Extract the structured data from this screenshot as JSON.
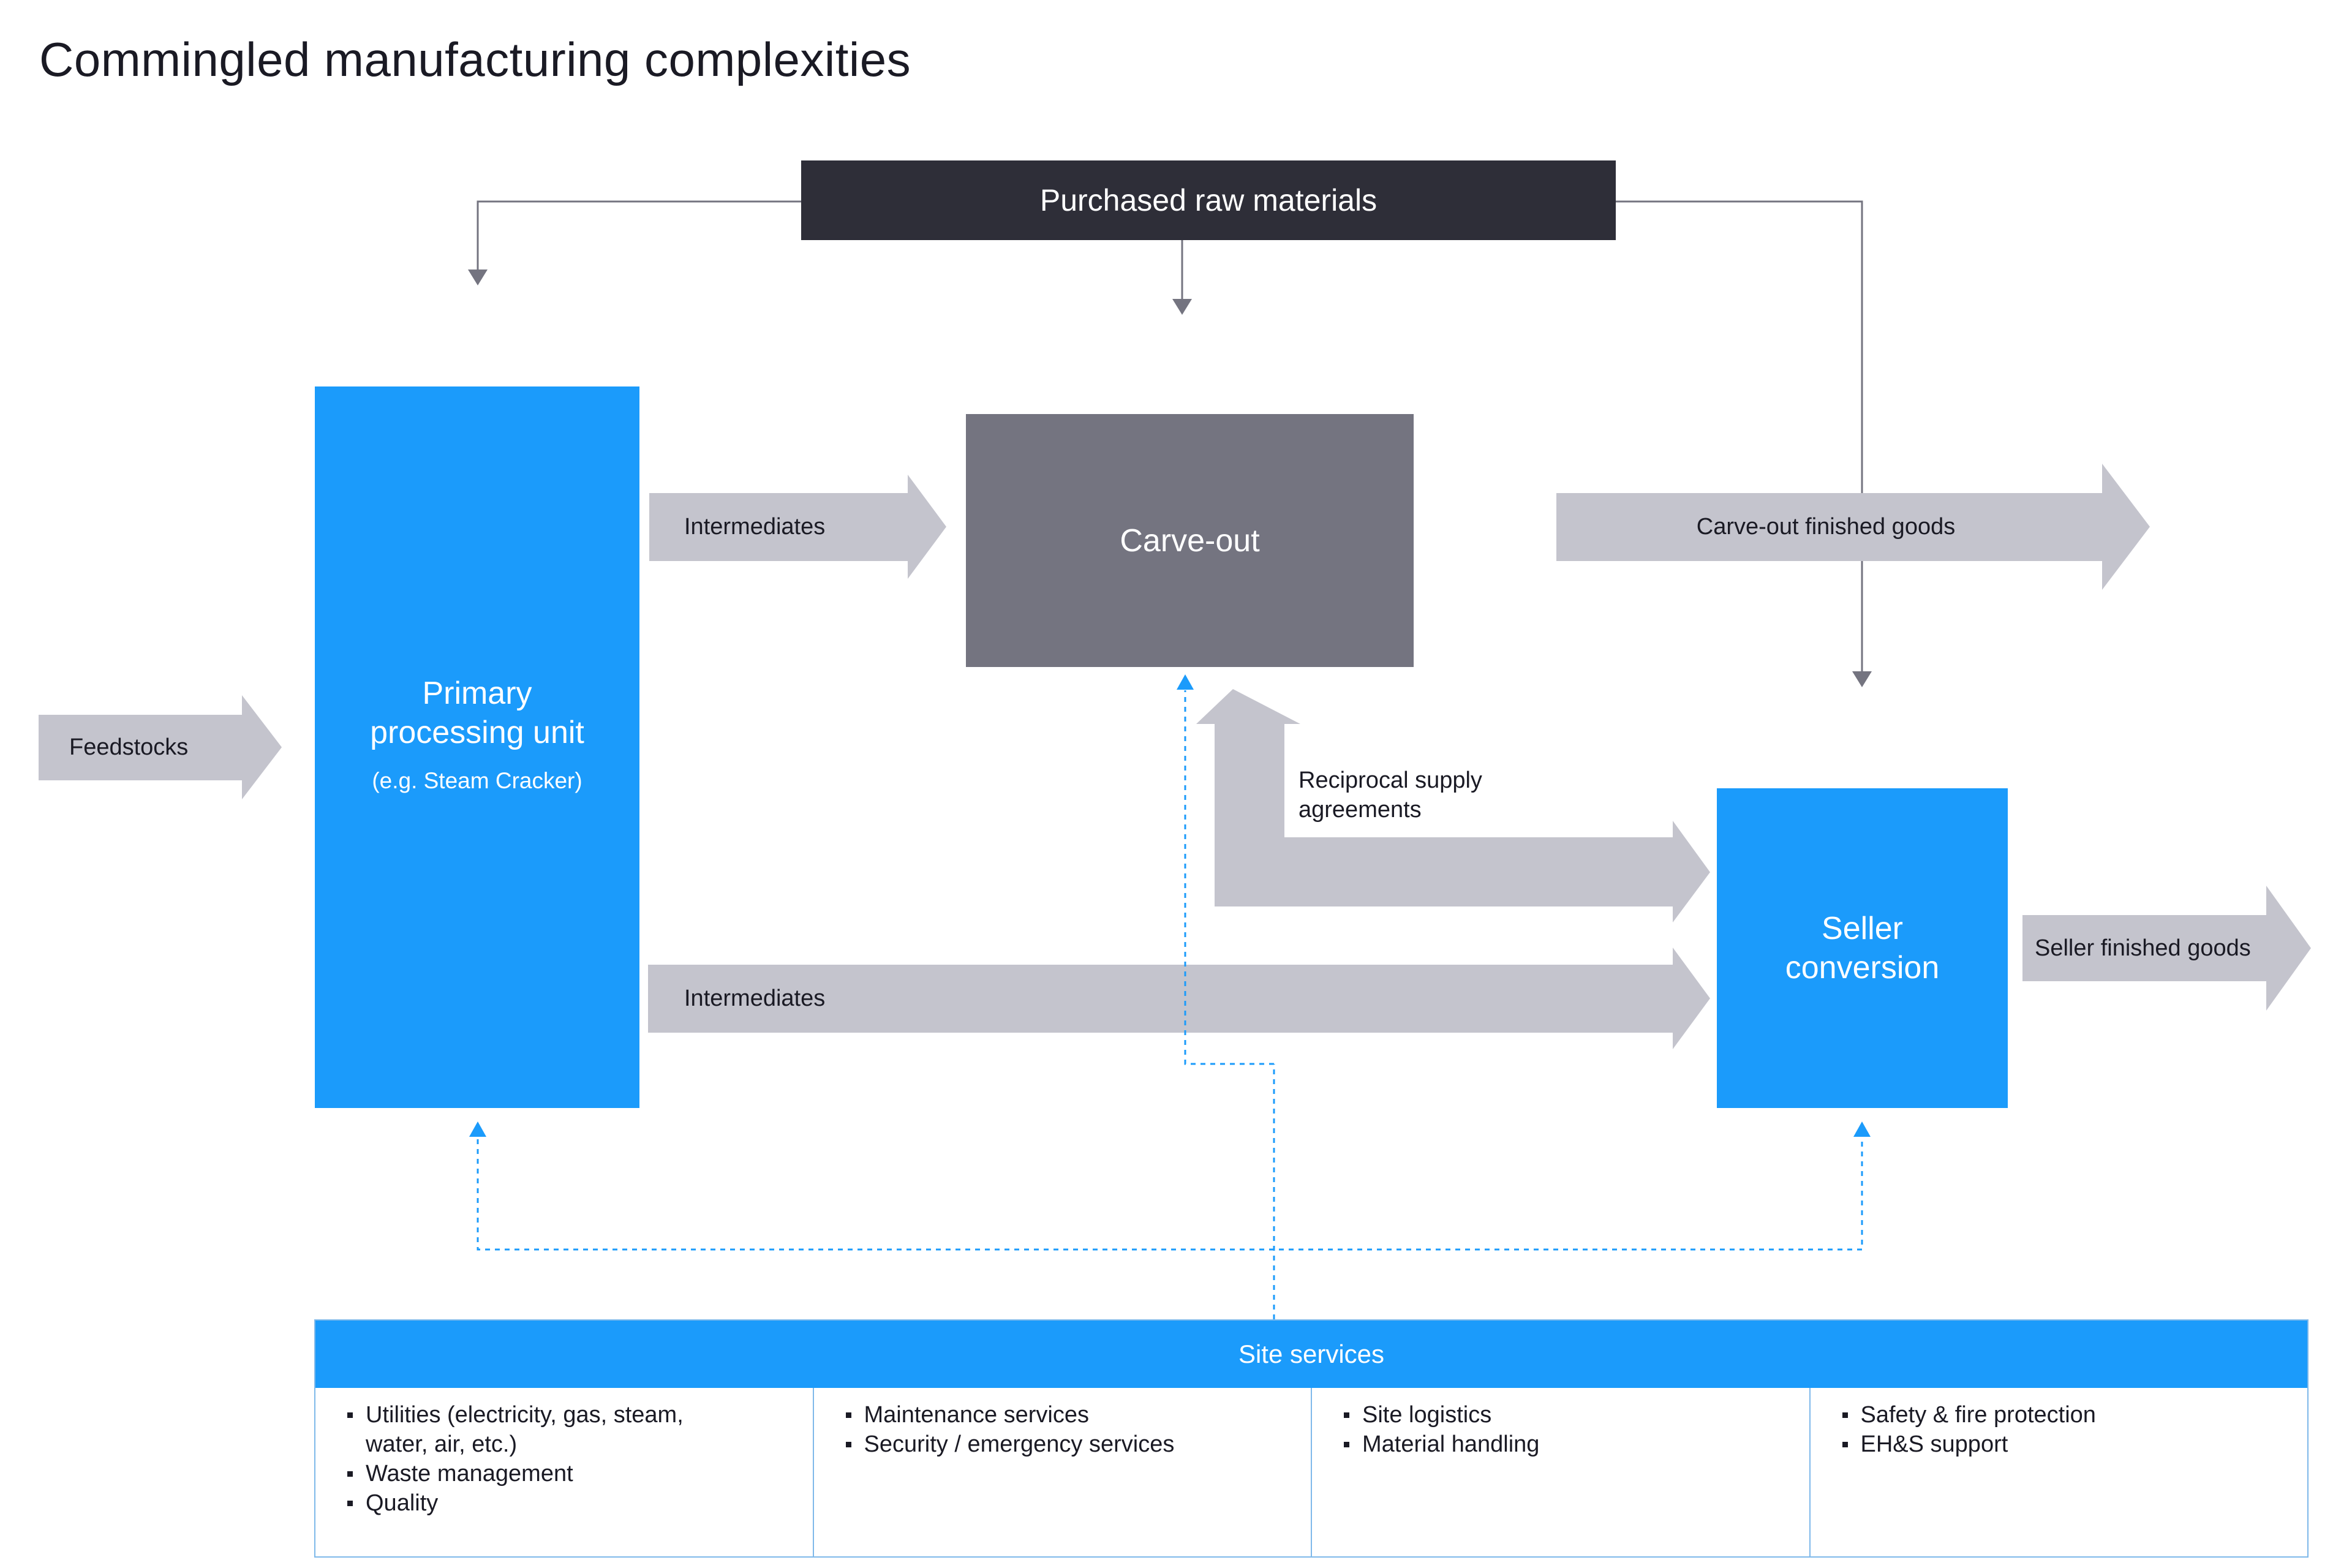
{
  "title": "Commingled manufacturing complexities",
  "colors": {
    "blue": "#1b9bfb",
    "dark": "#2e2e38",
    "gray_box": "#747480",
    "arrow_gray": "#c4c4cd",
    "connector": "#747480",
    "dotted_blue": "#1b9bfb"
  },
  "purchased_raw_materials": "Purchased raw materials",
  "feedstocks": "Feedstocks",
  "primary_unit": {
    "line1": "Primary",
    "line2": "processing unit",
    "subtitle": "(e.g. Steam Cracker)"
  },
  "carve_out": "Carve-out",
  "intermediates_top": "Intermediates",
  "intermediates_bottom": "Intermediates",
  "carve_out_finished_goods": "Carve-out finished goods",
  "reciprocal": {
    "line1": "Reciprocal supply",
    "line2": "agreements"
  },
  "seller_conversion": {
    "line1": "Seller",
    "line2": "conversion"
  },
  "seller_finished_goods": "Seller finished goods",
  "site_services": {
    "header": "Site services",
    "columns": [
      {
        "items": [
          "Utilities (electricity, gas, steam,",
          "water, air, etc.)",
          "Waste management",
          "Quality"
        ]
      },
      {
        "items": [
          "Maintenance services",
          "Security / emergency services"
        ]
      },
      {
        "items": [
          "Site logistics",
          "Material handling"
        ]
      },
      {
        "items": [
          "Safety & fire protection",
          "EH&S support"
        ]
      }
    ]
  }
}
